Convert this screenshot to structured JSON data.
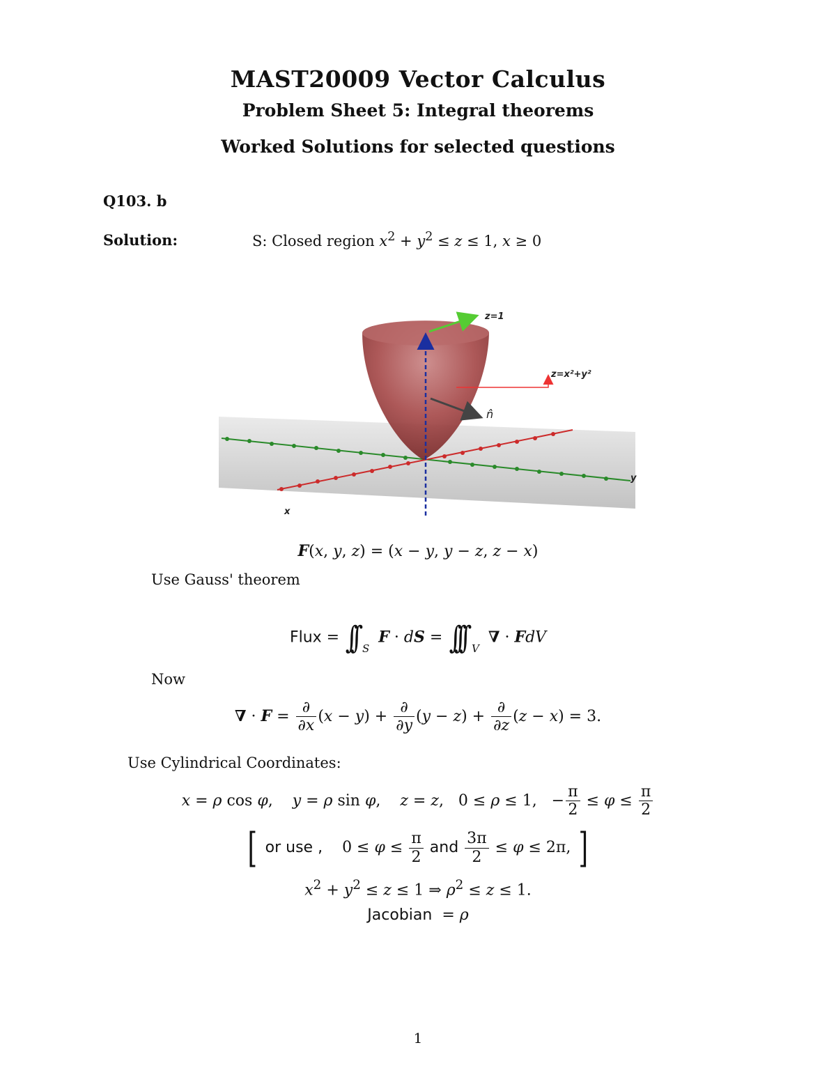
{
  "header": {
    "title": "MAST20009 Vector Calculus",
    "subtitle": "Problem Sheet 5: Integral theorems",
    "subtitle2": "Worked Solutions for selected questions"
  },
  "question": {
    "label": "Q103. b",
    "solution_label": "Solution:",
    "region_prefix": "S: Closed region"
  },
  "figure": {
    "label_z1": "z=1",
    "label_paraboloid": "z=x²+y²",
    "label_normal": "n̂",
    "axis_x": "x",
    "axis_y": "y"
  },
  "body": {
    "gauss_text": "Use Gauss' theorem",
    "flux_word": "Flux",
    "now_text": "Now",
    "cyl_text": "Use Cylindrical Coordinates:",
    "or_use": "or use ,",
    "and_word": "and",
    "jacobian_word": "Jacobian"
  },
  "footer": {
    "page_number": "1"
  }
}
